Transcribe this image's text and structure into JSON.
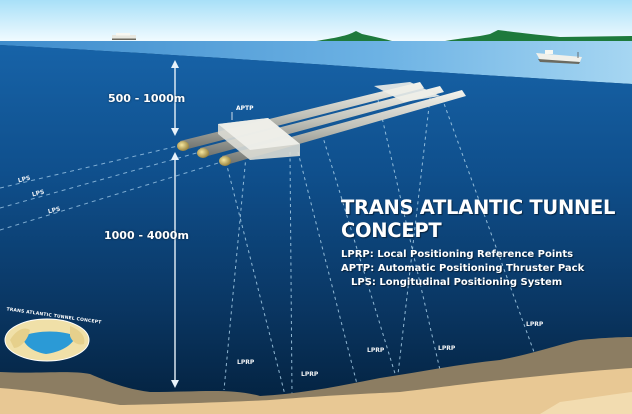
{
  "title": {
    "line1": "TRANS ATLANTIC TUNNEL",
    "line2": "CONCEPT"
  },
  "legend": [
    {
      "abbr": "LPRP",
      "text": "LPRP: Local Positioning Reference Points"
    },
    {
      "abbr": "APTP",
      "text": "APTP: Automatic Positioning Thruster Pack"
    },
    {
      "abbr": "LPS",
      "text": "LPS: Longitudinal Positioning System"
    }
  ],
  "depths": {
    "upper": "500 - 1000m",
    "lower": "1000 - 4000m"
  },
  "labels": {
    "aptp": "APTP",
    "lps": [
      "LPS",
      "LPS",
      "LPS"
    ],
    "lprp": [
      "LPRP",
      "LPRP",
      "LPRP",
      "LPRP",
      "LPRP"
    ]
  },
  "logo": {
    "text": "TRANS ATLANTIC TUNNEL CONCEPT"
  },
  "colors": {
    "sky_top": "#a8e0f8",
    "sky_bottom": "#f2fbff",
    "surface_water": "#5aa4dc",
    "deep_water_top": "#1660a4",
    "deep_water_bottom": "#04223f",
    "seabed_dark": "#8c7d62",
    "seabed_sand": "#e8c894",
    "islands": "#1e7a3c",
    "tunnel": "#d8d8d0",
    "text": "#ffffff"
  }
}
